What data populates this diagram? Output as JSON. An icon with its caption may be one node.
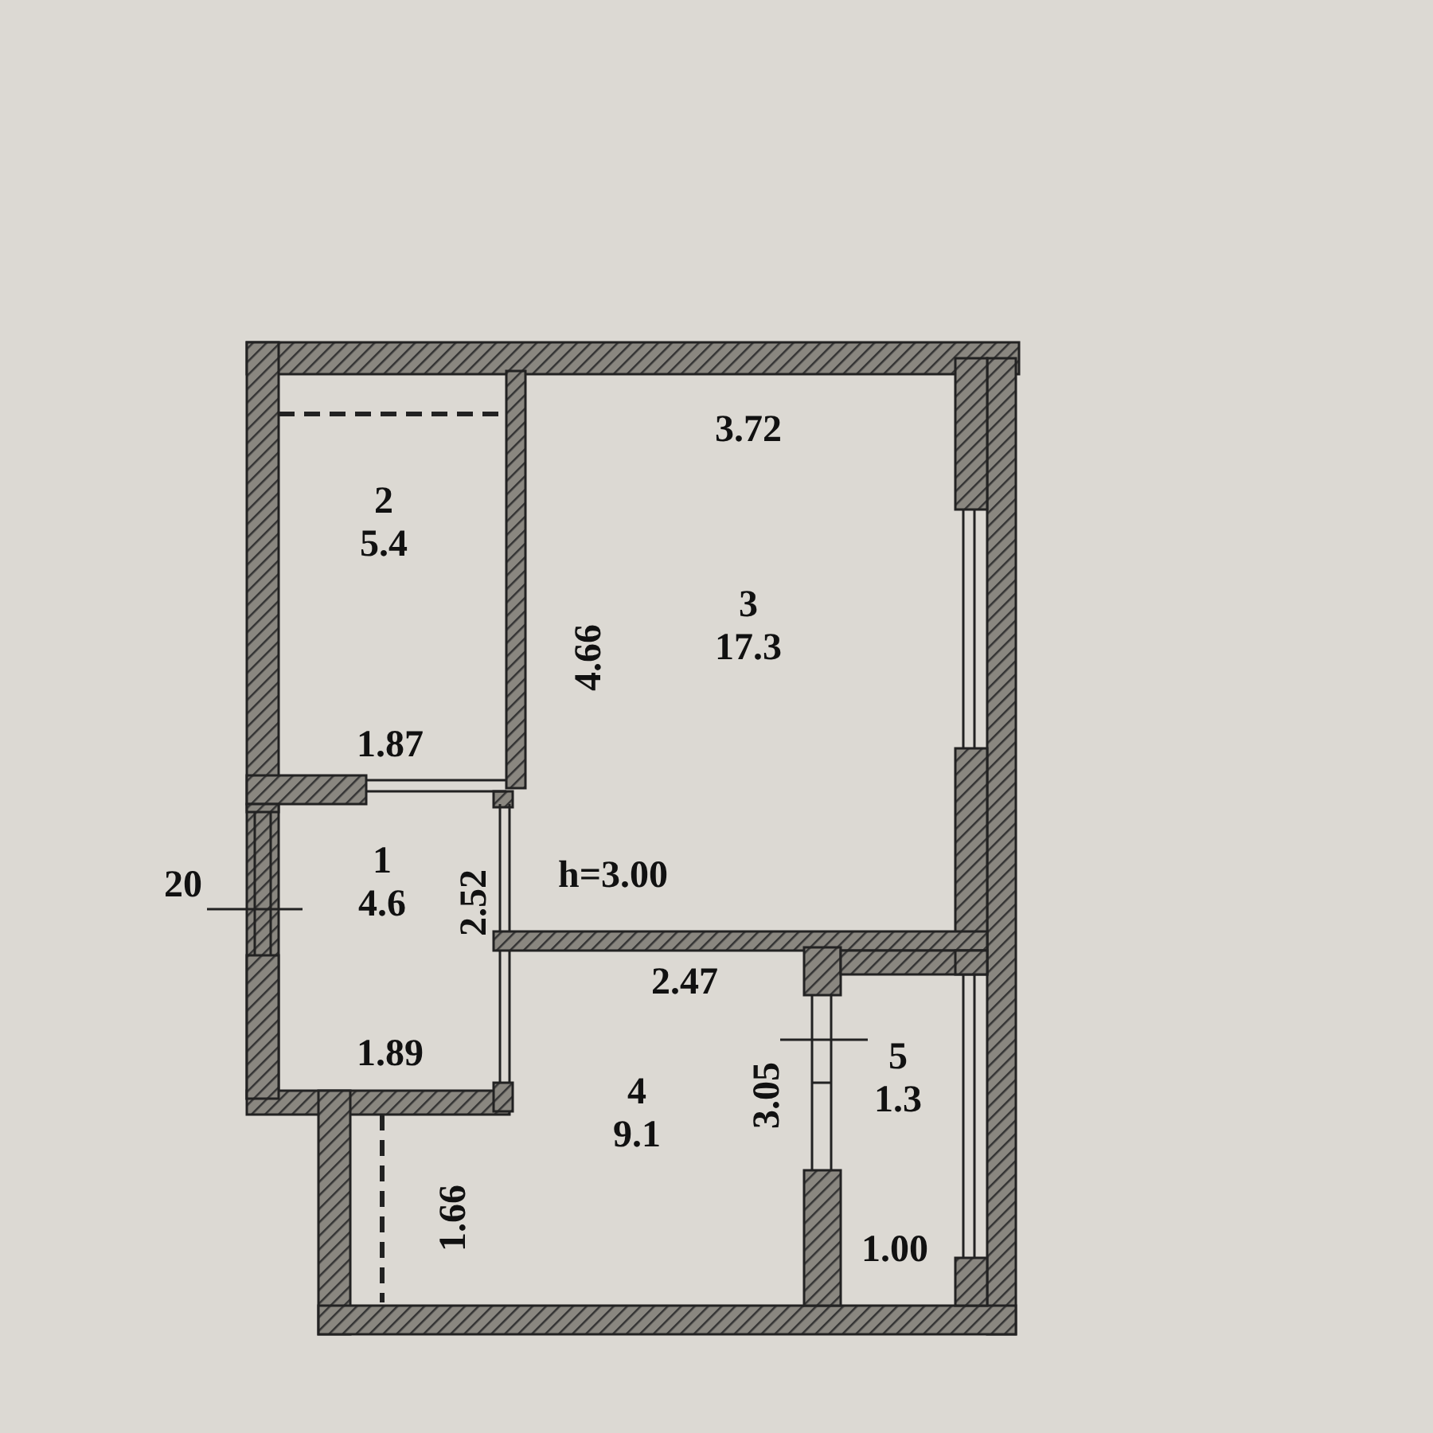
{
  "diagram": {
    "nodes": [
      {
        "text": [
          "2",
          "5.4"
        ]
      },
      {
        "text": [
          "3",
          "17.3"
        ]
      },
      {
        "text": [
          "1",
          "4.6"
        ]
      },
      {
        "text": [
          "4",
          "9.1"
        ]
      },
      {
        "text": [
          "5",
          "1.3"
        ]
      }
    ],
    "labels": [
      "3.72",
      "4.66",
      "1.87",
      "20",
      "2.52",
      "h=3.00",
      "2.47",
      "1.89",
      "3.05",
      "1.66",
      "1.00"
    ]
  }
}
